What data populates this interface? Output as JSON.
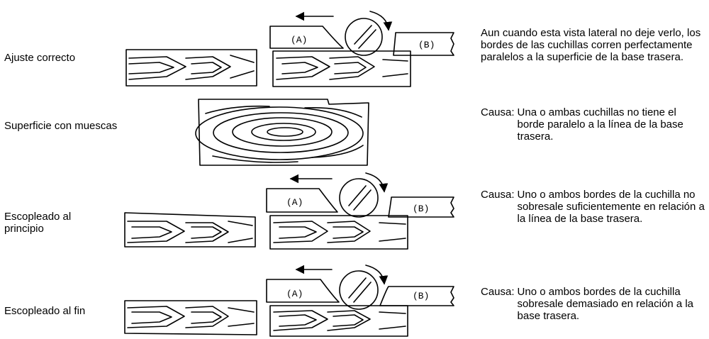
{
  "rows": [
    {
      "label": "Ajuste correcto",
      "description": "Aun cuando esta vista lateral no deje verlo, los bordes de las cuchillas corren perfectamente paralelos a la superficie de la base trasera."
    },
    {
      "label": "Superficie con muescas",
      "causa_label": "Causa:",
      "causa_text": "Una o ambas cuchillas no tiene el borde paralelo a la línea de la base trasera."
    },
    {
      "label": "Escopleado al principio",
      "causa_label": "Causa:",
      "causa_text": "Uno o ambos bordes de la cuchilla no sobresale suficientemente en relación a la línea de la base trasera."
    },
    {
      "label": "Escopleado al fin",
      "causa_label": "Causa:",
      "causa_text": "Uno o ambos bordes de la cuchilla sobresale demasiado en relación a la base trasera."
    }
  ],
  "figure_labels": {
    "infeed_table": "(A)",
    "outfeed_table": "(B)"
  }
}
